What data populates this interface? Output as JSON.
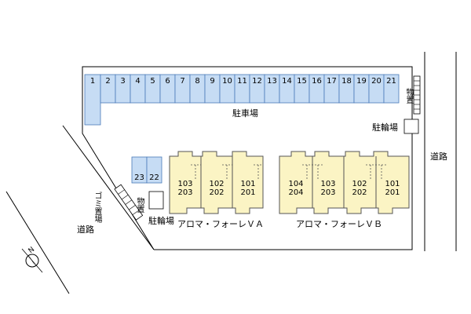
{
  "map": {
    "parking_label": "駐車場",
    "bike_label_right": "駐輪場",
    "bike_label_left": "駐輪場",
    "road_label_right": "道路",
    "road_label_left": "道路",
    "storage_label_right": "物置",
    "storage_label_left": "物置",
    "garbage_label": "ゴミ置場",
    "north_label": "N",
    "parking_spaces": [
      "1",
      "2",
      "3",
      "4",
      "5",
      "6",
      "7",
      "8",
      "9",
      "10",
      "11",
      "12",
      "13",
      "14",
      "15",
      "16",
      "17",
      "18",
      "19",
      "20",
      "21"
    ],
    "extra_spaces": [
      "23",
      "22"
    ],
    "building_a": {
      "name": "アロマ・フォーレＶＡ",
      "units": [
        {
          "upper": "103",
          "lower": "203"
        },
        {
          "upper": "102",
          "lower": "202"
        },
        {
          "upper": "101",
          "lower": "201"
        }
      ]
    },
    "building_b": {
      "name": "アロマ・フォーレＶＢ",
      "units": [
        {
          "upper": "104",
          "lower": "204"
        },
        {
          "upper": "103",
          "lower": "203"
        },
        {
          "upper": "102",
          "lower": "202"
        },
        {
          "upper": "101",
          "lower": "201"
        }
      ]
    },
    "colors": {
      "parking_fill": "#c6dcf4",
      "parking_stroke": "#4a7ab8",
      "building_fill": "#fbf4c4",
      "building_stroke": "#555555",
      "line": "#000000"
    }
  }
}
